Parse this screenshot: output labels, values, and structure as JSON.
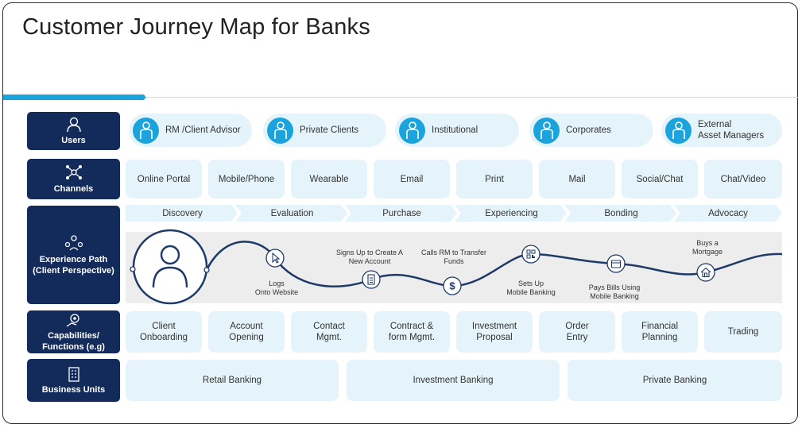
{
  "title": "Customer Journey Map for Banks",
  "colors": {
    "label_bg": "#132b5b",
    "tile_bg": "#e5f4fb",
    "accent": "#1aa3dc",
    "path_bg": "#ededed"
  },
  "rows": {
    "users": "Users",
    "channels": "Channels",
    "experience": "Experience Path\n(Client Perspective)",
    "capabilities": "Capabilities/\nFunctions (e.g)",
    "business": "Business Units"
  },
  "users": [
    "RM /Client Advisor",
    "Private Clients",
    "Institutional",
    "Corporates",
    "External\nAsset Managers"
  ],
  "channels": [
    "Online Portal",
    "Mobile/Phone",
    "Wearable",
    "Email",
    "Print",
    "Mail",
    "Social/Chat",
    "Chat/Video"
  ],
  "stages": [
    "Discovery",
    "Evaluation",
    "Purchase",
    "Experiencing",
    "Bonding",
    "Advocacy"
  ],
  "steps": [
    {
      "label": "Logs\nOnto Website",
      "icon": "cursor-icon"
    },
    {
      "label": "Signs Up to Create A\nNew Account",
      "icon": "form-icon"
    },
    {
      "label": "Calls RM to Transfer\nFunds",
      "icon": "dollar-icon"
    },
    {
      "label": "Sets Up\nMobile Banking",
      "icon": "qr-icon"
    },
    {
      "label": "Pays Bills Using\nMobile Banking",
      "icon": "wallet-icon"
    },
    {
      "label": "Buys a\nMortgage",
      "icon": "house-icon"
    }
  ],
  "capabilities": [
    "Client\nOnboarding",
    "Account\nOpening",
    "Contact\nMgmt.",
    "Contract &\nform Mgmt.",
    "Investment\nProposal",
    "Order\nEntry",
    "Financial\nPlanning",
    "Trading"
  ],
  "business_units": [
    "Retail Banking",
    "Investment Banking",
    "Private Banking"
  ]
}
